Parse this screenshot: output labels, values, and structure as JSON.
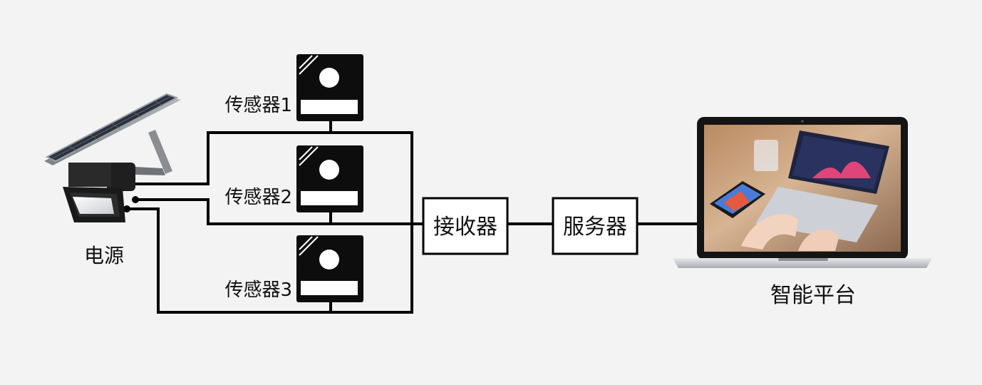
{
  "labels": {
    "power": "电源",
    "sensor1": "传感器1",
    "sensor2": "传感器2",
    "sensor3": "传感器3",
    "receiver": "接收器",
    "server": "服务器",
    "platform": "智能平台"
  },
  "colors": {
    "background": "#f3f3f3",
    "wire": "#000000",
    "box_stroke": "#000000",
    "sensor_body": "#0d0d0d",
    "sensor_lens": "#ffffff"
  },
  "icons": {
    "power": "solar-floodlight-icon",
    "sensor": "motion-sensor-icon",
    "platform": "laptop-icon"
  }
}
